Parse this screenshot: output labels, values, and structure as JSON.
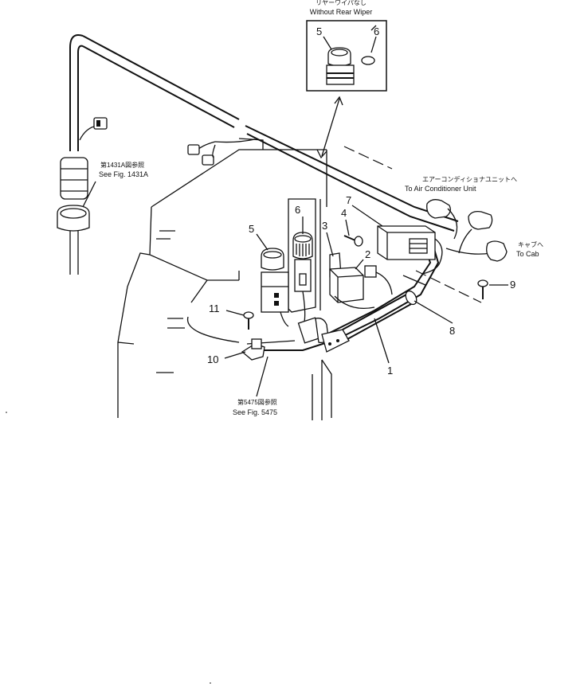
{
  "callouts": {
    "rear_wiper_jp": "リヤーワイパなし",
    "rear_wiper_en": "Without Rear Wiper",
    "fig1431_jp": "第1431A図参照",
    "fig1431_en": "See Fig. 1431A",
    "aircon_jp": "エアーコンディショナユニットへ",
    "aircon_en": "To Air Conditioner Unit",
    "cab_jp": "キャブへ",
    "cab_en": "To Cab",
    "fig5475_jp": "第5475図参照",
    "fig5475_en": "See Fig. 5475"
  },
  "part_numbers": {
    "p1": "1",
    "p2": "2",
    "p3": "3",
    "p4": "4",
    "p5": "5",
    "p6": "6",
    "p7": "7",
    "p8": "8",
    "p9": "9",
    "p10": "10",
    "p11": "11",
    "inset_p5": "5",
    "inset_p6": "6"
  }
}
